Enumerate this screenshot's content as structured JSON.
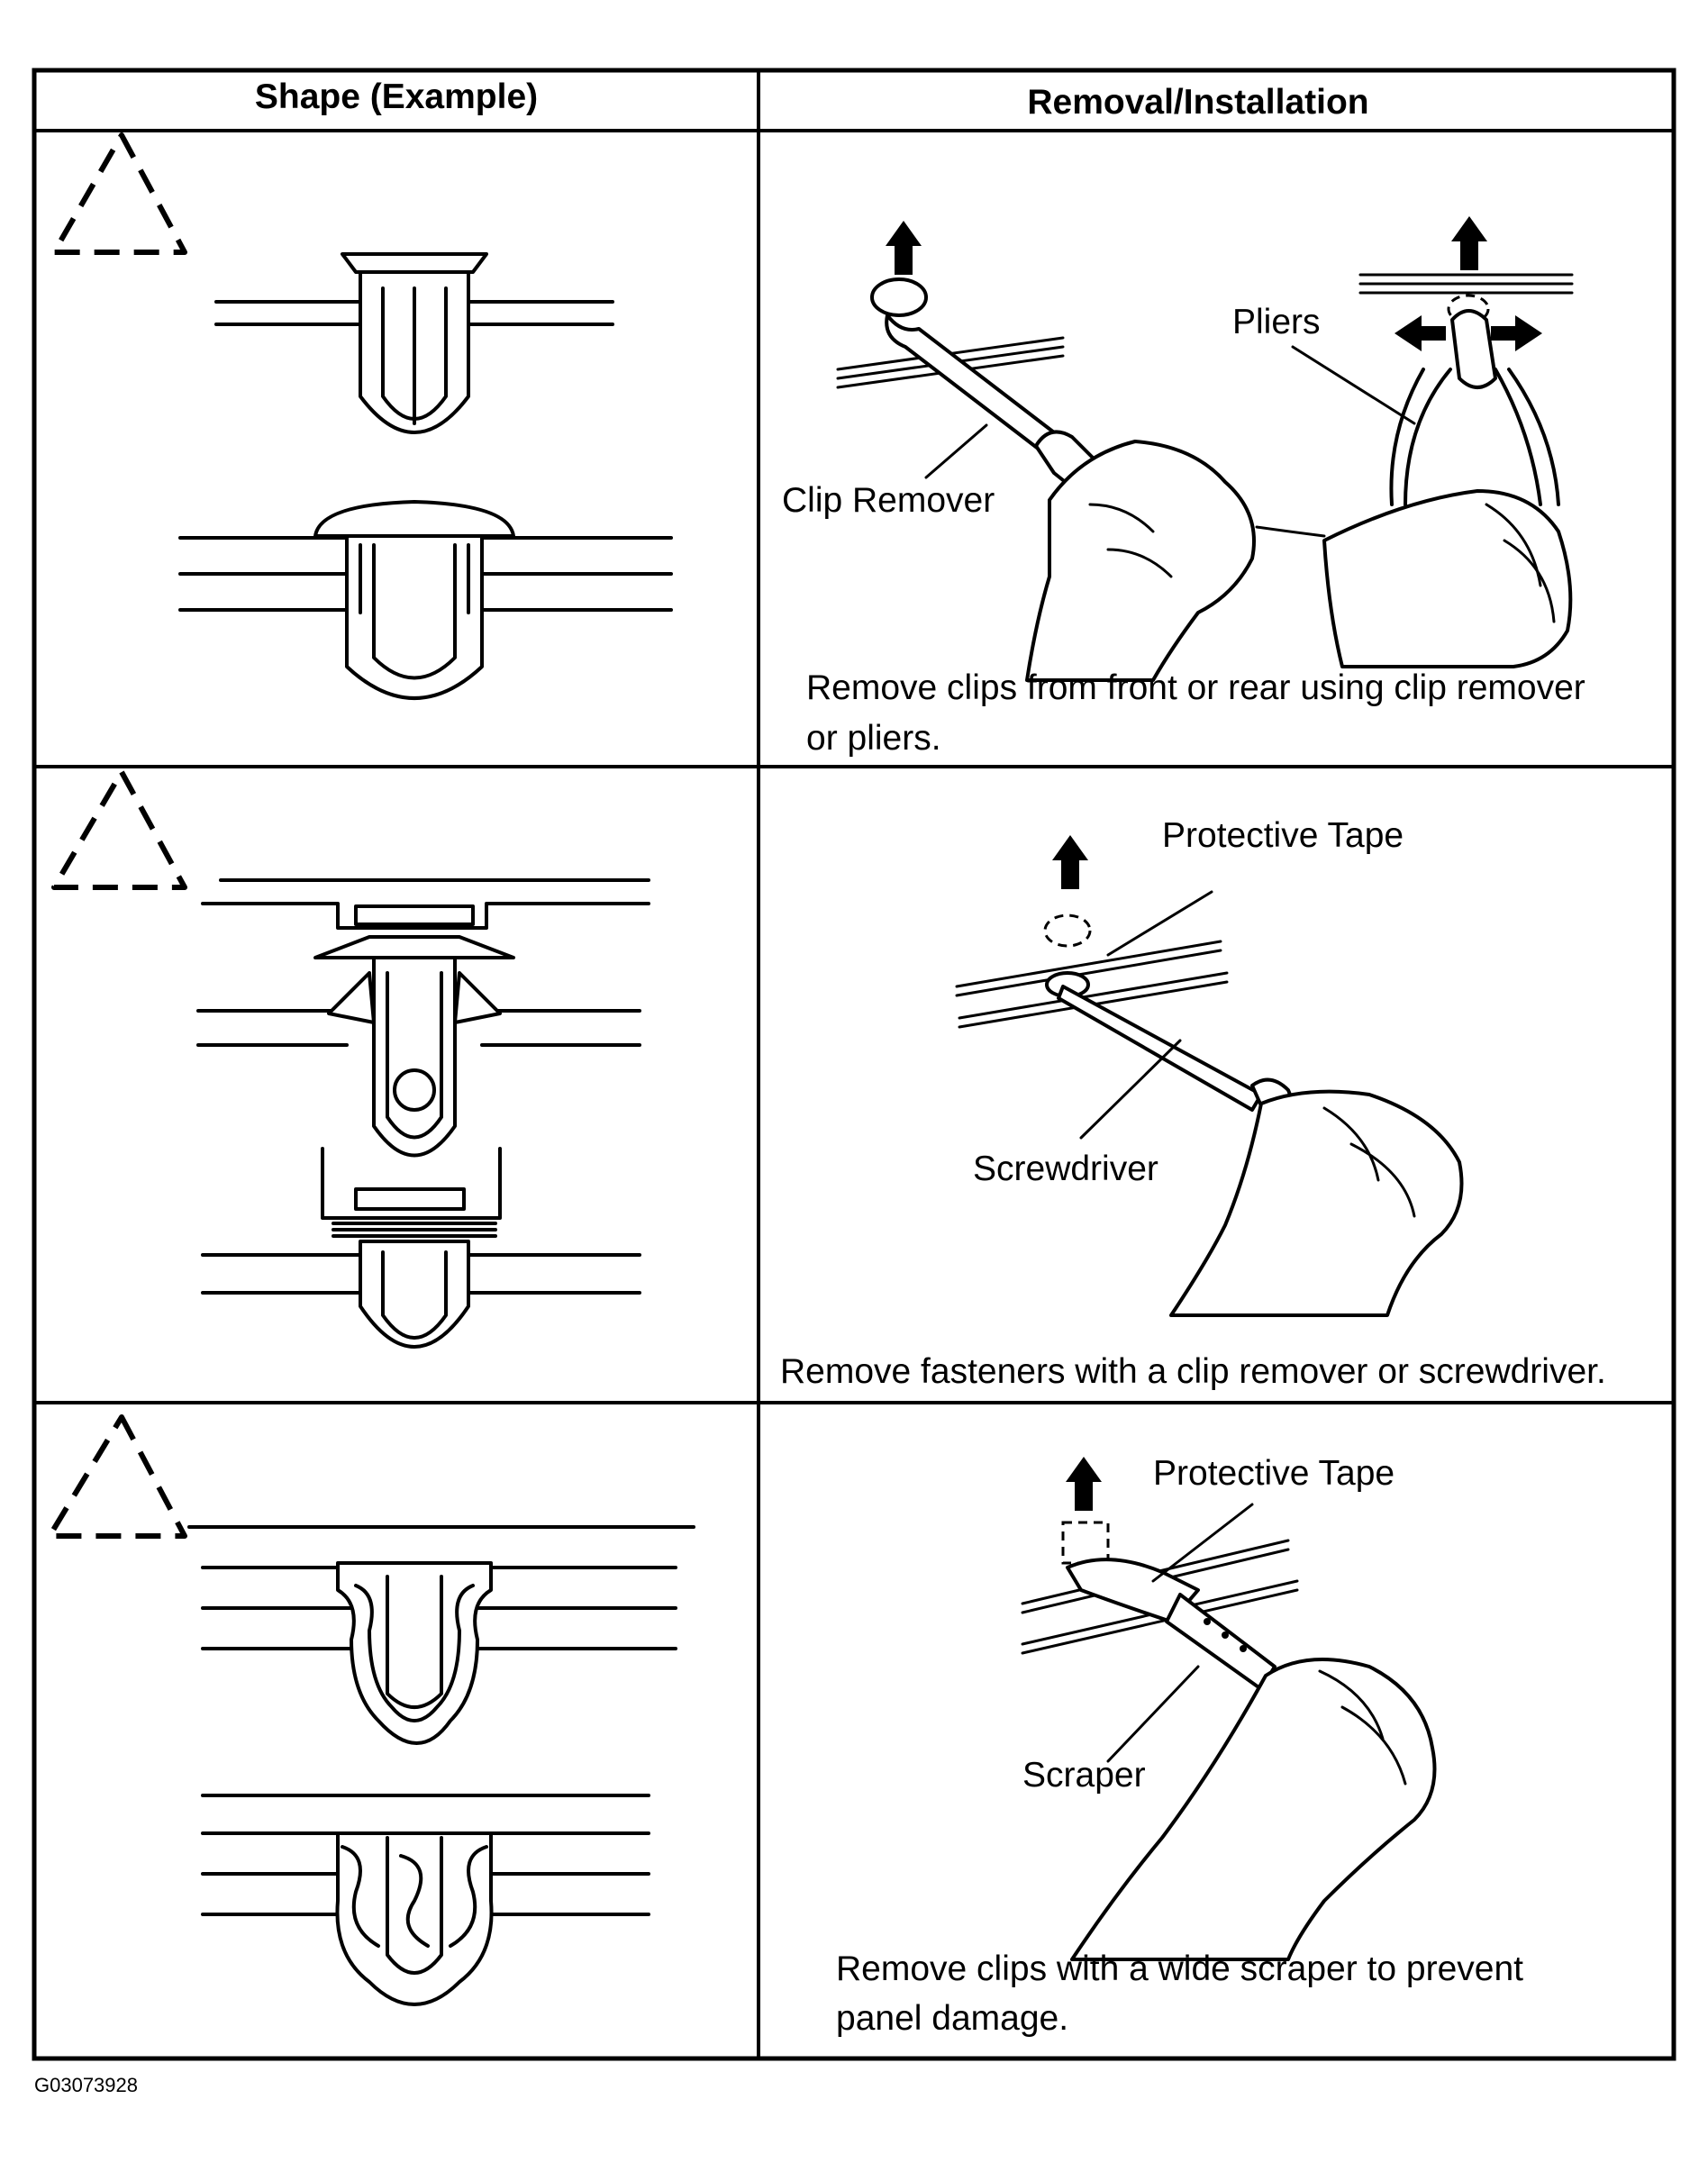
{
  "table": {
    "headers": [
      "Shape (Example)",
      "Removal/Installation"
    ],
    "rows": [
      {
        "labels": [
          "Clip Remover",
          "Pliers"
        ],
        "caption_lines": [
          "Remove clips from front or rear using clip remover",
          "or pliers."
        ]
      },
      {
        "labels": [
          "Protective Tape",
          "Screwdriver"
        ],
        "caption_lines": [
          "Remove fasteners with a clip remover or screwdriver."
        ]
      },
      {
        "labels": [
          "Protective Tape",
          "Scraper"
        ],
        "caption_lines": [
          "Remove clips with a wide scraper to prevent",
          "panel damage."
        ]
      }
    ]
  },
  "figure_code": "G03073928"
}
